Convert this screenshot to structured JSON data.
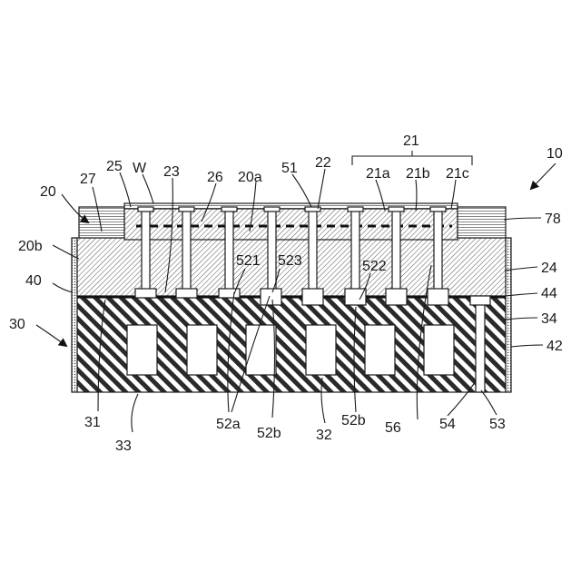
{
  "labels": {
    "l10": "10",
    "l20": "20",
    "l20a": "20a",
    "l20b": "20b",
    "l21": "21",
    "l21a": "21a",
    "l21b": "21b",
    "l21c": "21c",
    "l22": "22",
    "l23": "23",
    "l24": "24",
    "l25": "25",
    "l26": "26",
    "l27": "27",
    "l30": "30",
    "l31": "31",
    "l32": "32",
    "l33": "33",
    "l34": "34",
    "l40": "40",
    "l42": "42",
    "l44": "44",
    "l51": "51",
    "l52a": "52a",
    "l52b_1": "52b",
    "l52b_2": "52b",
    "l521": "521",
    "l522": "522",
    "l523": "523",
    "l53": "53",
    "l54": "54",
    "l56": "56",
    "l78": "78",
    "lW": "W"
  }
}
